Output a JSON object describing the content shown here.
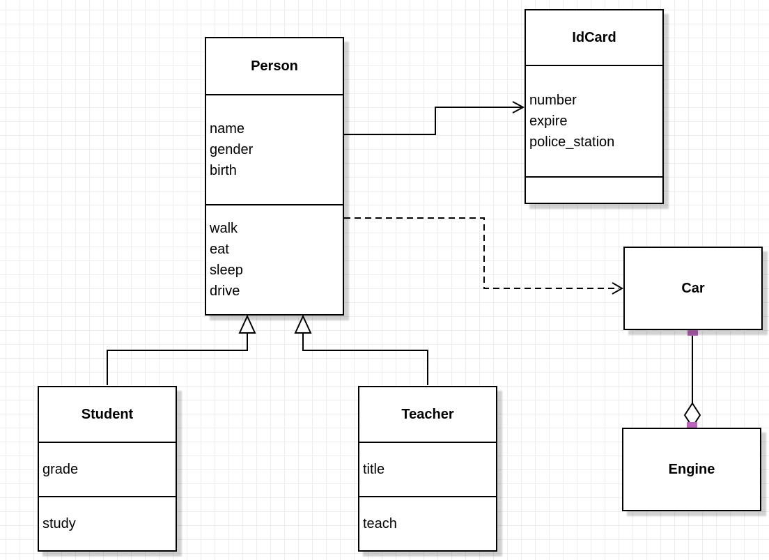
{
  "canvas": {
    "background_color": "#ffffff",
    "grid_color": "#ececf1",
    "stroke_color": "#000000",
    "endpoint_marker_color": "#b965b9"
  },
  "classes": {
    "person": {
      "title": "Person",
      "attributes": [
        "name",
        "gender",
        "birth"
      ],
      "methods": [
        "walk",
        "eat",
        "sleep",
        "drive"
      ]
    },
    "idcard": {
      "title": "IdCard",
      "attributes": [
        "number",
        "expire",
        "police_station"
      ],
      "methods": []
    },
    "car": {
      "title": "Car"
    },
    "engine": {
      "title": "Engine"
    },
    "student": {
      "title": "Student",
      "attributes": [
        "grade"
      ],
      "methods": [
        "study"
      ]
    },
    "teacher": {
      "title": "Teacher",
      "attributes": [
        "title"
      ],
      "methods": [
        "teach"
      ]
    }
  },
  "relations": [
    {
      "from": "Person",
      "to": "IdCard",
      "type": "association",
      "line": "solid",
      "arrowhead": "open"
    },
    {
      "from": "Person",
      "to": "Car",
      "type": "dependency",
      "line": "dashed",
      "arrowhead": "open"
    },
    {
      "from": "Student",
      "to": "Person",
      "type": "generalization",
      "line": "solid",
      "arrowhead": "hollow-triangle"
    },
    {
      "from": "Teacher",
      "to": "Person",
      "type": "generalization",
      "line": "solid",
      "arrowhead": "hollow-triangle"
    },
    {
      "from": "Car",
      "to": "Engine",
      "type": "aggregation",
      "line": "solid",
      "arrowhead": "hollow-diamond",
      "endpoint_marker_color": "#b965b9"
    }
  ]
}
